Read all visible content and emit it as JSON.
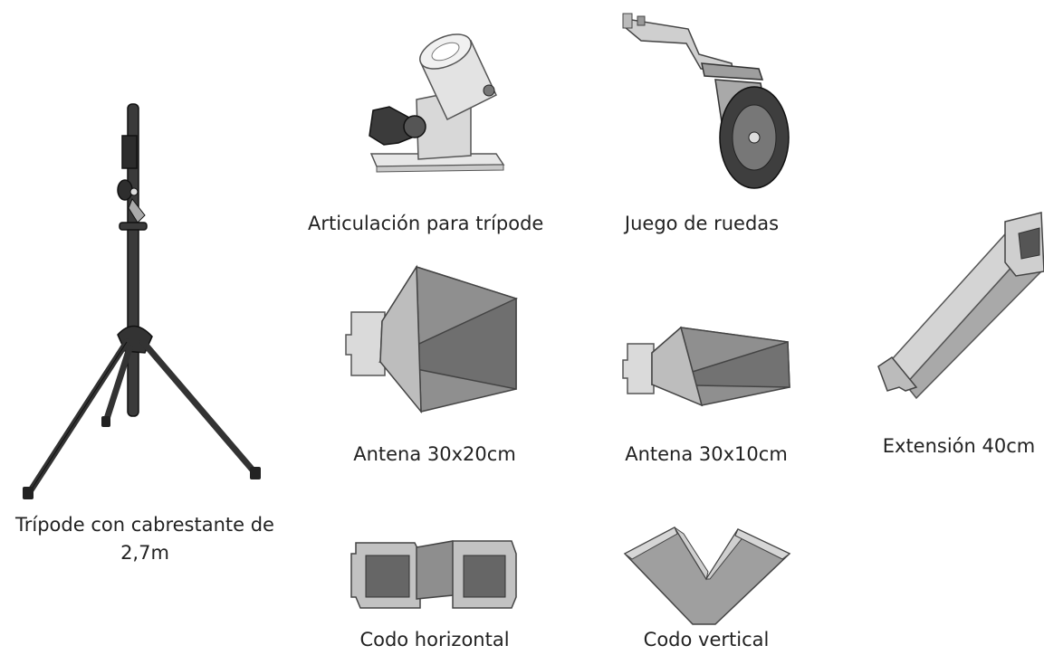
{
  "items": {
    "tripod": {
      "label_line1": "Trípode con cabrestante de",
      "label_line2": "2,7m"
    },
    "joint": {
      "label": "Articulación para trípode"
    },
    "wheels": {
      "label": "Juego de ruedas"
    },
    "antenna_30x20": {
      "label": "Antena 30x20cm"
    },
    "antenna_30x10": {
      "label": "Antena 30x10cm"
    },
    "extension": {
      "label": "Extensión 40cm"
    },
    "elbow_horizontal": {
      "label": "Codo horizontal"
    },
    "elbow_vertical": {
      "label": "Codo vertical"
    }
  }
}
